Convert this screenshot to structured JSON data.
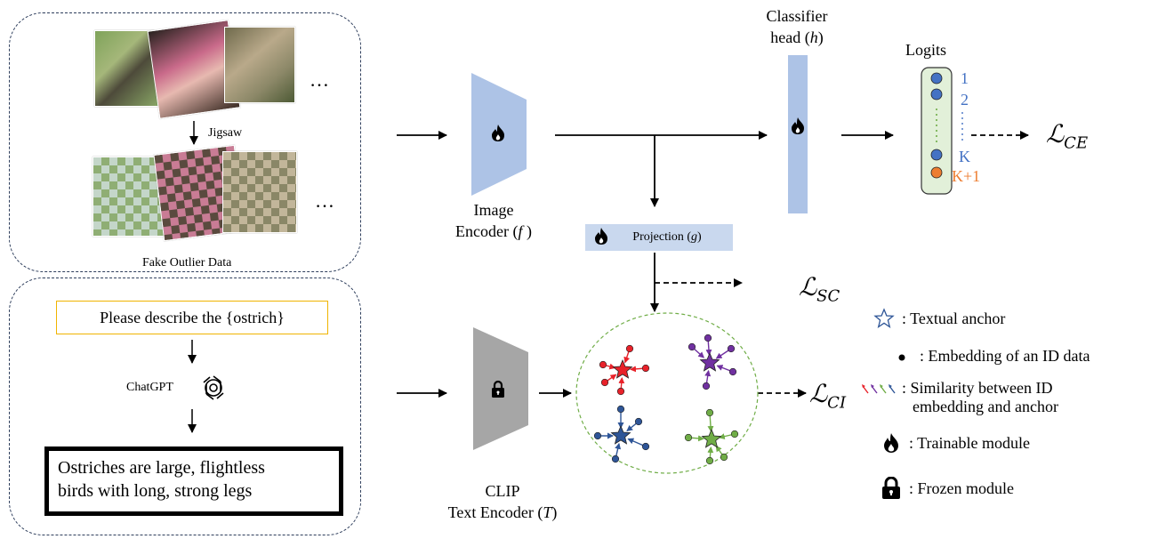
{
  "top_panel": {
    "jigsaw_label": "Jigsaw",
    "ellipsis_top": "…",
    "ellipsis_bottom": "…",
    "caption": "Fake Outlier Data"
  },
  "bottom_panel": {
    "prompt": "Please describe the {ostrich}",
    "chatgpt_label": "ChatGPT",
    "description_line1": "Ostriches are large, flightless",
    "description_line2": "birds with long, strong legs"
  },
  "image_encoder": {
    "line1": "Image",
    "line2": "Encoder (",
    "symbol": "f",
    "close": " )"
  },
  "text_encoder": {
    "line1": "CLIP",
    "line2": "Text Encoder (",
    "symbol": "T",
    "close": ")"
  },
  "classifier": {
    "line1": "Classifier",
    "line2": "head (",
    "symbol": "h",
    "close": ")"
  },
  "projection": {
    "label": "Projection (",
    "symbol": "g",
    "close": ")"
  },
  "logits": {
    "title": "Logits",
    "labels": [
      "1",
      "2",
      "K",
      "K+1"
    ],
    "colors": {
      "id": "#4472c4",
      "outlier": "#ed7d31"
    }
  },
  "losses": {
    "ce": {
      "symbol": "ℒ",
      "sub": "CE"
    },
    "sc": {
      "symbol": "ℒ",
      "sub": "SC"
    },
    "ci": {
      "symbol": "ℒ",
      "sub": "CI"
    }
  },
  "legend": {
    "textual_anchor": ": Textual anchor",
    "embedding": ": Embedding of an ID data",
    "similarity_line1": ": Similarity between ID",
    "similarity_line2": "embedding and anchor",
    "trainable": ": Trainable module",
    "frozen": ": Frozen module"
  },
  "cluster_colors": [
    "#e8222a",
    "#7030a0",
    "#2e5597",
    "#70ad47"
  ]
}
